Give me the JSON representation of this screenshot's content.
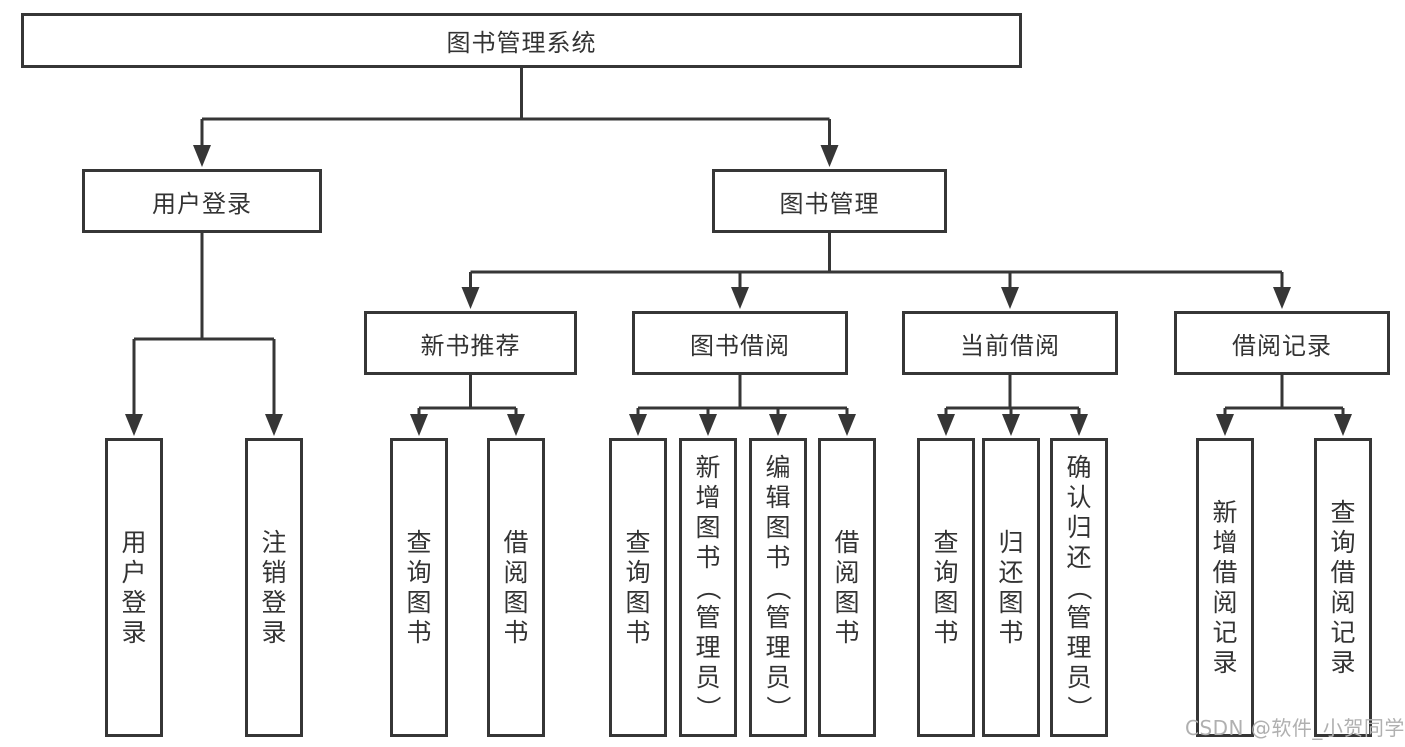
{
  "colors": {
    "line": "#363636",
    "border": "#363636",
    "text": "#333333",
    "watermark": "#b0b0b0",
    "background": "#ffffff"
  },
  "watermark": {
    "text": "CSDN @软件_小贺同学"
  },
  "tree": {
    "root": {
      "label": "图书管理系统",
      "children": [
        {
          "label": "用户登录",
          "children": [
            {
              "label": "用户登录"
            },
            {
              "label": "注销登录"
            }
          ]
        },
        {
          "label": "图书管理",
          "children": [
            {
              "label": "新书推荐",
              "children": [
                {
                  "label": "查询图书"
                },
                {
                  "label": "借阅图书"
                }
              ]
            },
            {
              "label": "图书借阅",
              "children": [
                {
                  "label": "查询图书"
                },
                {
                  "label": "新增图书（管理员）"
                },
                {
                  "label": "编辑图书（管理员）"
                },
                {
                  "label": "借阅图书"
                }
              ]
            },
            {
              "label": "当前借阅",
              "children": [
                {
                  "label": "查询图书"
                },
                {
                  "label": "归还图书"
                },
                {
                  "label": "确认归还（管理员）"
                }
              ]
            },
            {
              "label": "借阅记录",
              "children": [
                {
                  "label": "新增借阅记录"
                },
                {
                  "label": "查询借阅记录"
                }
              ]
            }
          ]
        }
      ]
    }
  }
}
